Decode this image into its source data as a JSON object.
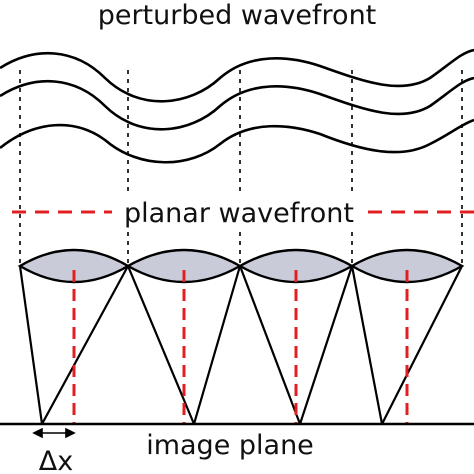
{
  "labels": {
    "perturbed": "perturbed wavefront",
    "planar": "planar wavefront",
    "image_plane": "image plane",
    "delta_x": "Δx"
  },
  "colors": {
    "line": "#000000",
    "red_dash": "#e02020",
    "lens_fill": "#c9cbd9",
    "background": "#ffffff"
  },
  "lenslet_count": 4
}
